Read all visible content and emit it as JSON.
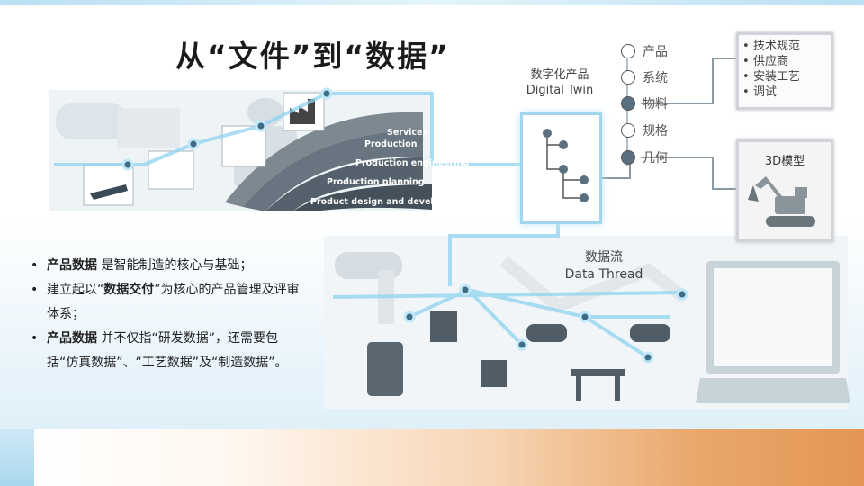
{
  "title": "从“文件”到“数据”",
  "digital_twin": {
    "cn": "数字化产品",
    "en": "Digital Twin"
  },
  "data_thread": {
    "cn": "数据流",
    "en": "Data Thread"
  },
  "nodes": [
    {
      "label": "产品",
      "filled": false
    },
    {
      "label": "系统",
      "filled": false
    },
    {
      "label": "物料",
      "filled": true
    },
    {
      "label": "规格",
      "filled": false
    },
    {
      "label": "几何",
      "filled": true
    }
  ],
  "spec_items": [
    "技术规范",
    "供应商",
    "安装工艺",
    "调试"
  ],
  "model_label": "3D模型",
  "lifecycle_stages": [
    "Services",
    "Production",
    "Production engineering",
    "Production planning",
    "Product design and development"
  ],
  "bullets": [
    {
      "bold": "产品数据",
      "text": " 是智能制造的核心与基础；"
    },
    {
      "bold": "",
      "text": "建立起以“",
      "bold2": "数据交付",
      "text2": "”为核心的产品管理及评审体系；"
    },
    {
      "bold": "产品数据",
      "text": " 并不仅指“研发数据”，还需要包括“仿真数据”、“工艺数据”及“制造数据”。"
    }
  ],
  "colors": {
    "accent_glow": "#8fd3f0",
    "node_dark": "#5a7080",
    "band_orange": "#e39656"
  }
}
